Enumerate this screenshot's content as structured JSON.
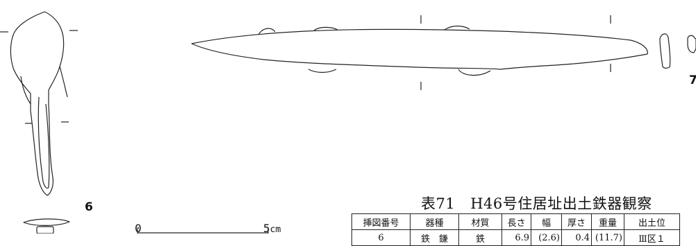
{
  "figures": {
    "label_6": "6",
    "label_7": "7",
    "scale_bar": {
      "zero": "0",
      "max": "5",
      "unit": "cm"
    }
  },
  "table": {
    "title_number": "表71",
    "title_text": "H46号住居址出土鉄器観察",
    "headers": [
      "挿図番号",
      "器種",
      "材質",
      "長さ",
      "幅",
      "厚さ",
      "重量",
      "出土位"
    ],
    "rows": [
      [
        "6",
        "鉄　鎌",
        "鉄",
        "6.9",
        "(2.6)",
        "0.4",
        "(11.7)",
        "Ⅲ区１"
      ]
    ]
  }
}
